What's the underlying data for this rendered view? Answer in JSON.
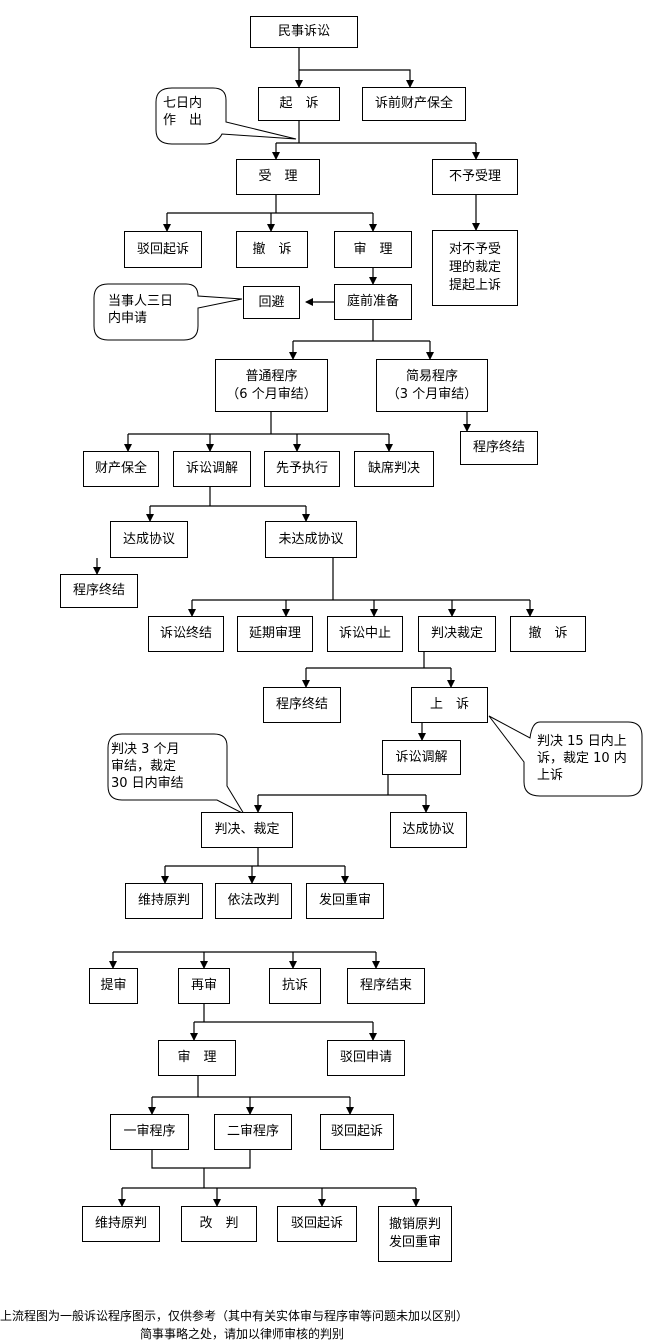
{
  "diagram": {
    "root": "民事诉讼",
    "sue": "起　诉",
    "pre_suit_preservation": "诉前财产保全",
    "callout_7days": "七日内\n作　出",
    "accept": "受　理",
    "reject_accept": "不予受理",
    "ruling_appeal": "对不予受\n理的裁定\n提起上诉",
    "dismiss_suit": "驳回起诉",
    "withdraw_suit": "撤　诉",
    "trial": "审　理",
    "recusal": "回避",
    "callout_recusal": "当事人三日\n内申请",
    "pretrial": "庭前准备",
    "ordinary_procedure": "普通程序\n（6 个月审结）",
    "simple_procedure": "简易程序\n（3 个月审结）",
    "procedure_end_a": "程序终结",
    "property_preservation": "财产保全",
    "mediation_a": "诉讼调解",
    "advance_execution": "先予执行",
    "default_judgment": "缺席判决",
    "agreement_a": "达成协议",
    "no_agreement": "未达成协议",
    "procedure_end_b": "程序终结",
    "litigation_end": "诉讼终结",
    "postponed_trial": "延期审理",
    "litigation_suspend": "诉讼中止",
    "judgment_ruling": "判决裁定",
    "withdraw_b": "撤　诉",
    "procedure_end_c": "程序终结",
    "appeal": "上　诉",
    "callout_appeal": "判决 15 日内上\n诉，裁定 10 内\n上诉",
    "mediation_b": "诉讼调解",
    "callout_judgment": "判决 3 个月\n审结，裁定\n30 日内审结",
    "judgment_ruling_b": "判决、裁定",
    "agreement_b": "达成协议",
    "uphold_a": "维持原判",
    "amend_a": "依法改判",
    "remand": "发回重审",
    "bring_up": "提审",
    "retrial": "再审",
    "protest": "抗诉",
    "procedure_over": "程序结束",
    "trial_b": "审　理",
    "dismiss_application": "驳回申请",
    "first_instance": "一审程序",
    "second_instance": "二审程序",
    "dismiss_suit_b": "驳回起诉",
    "uphold_b": "维持原判",
    "amend_b": "改　判",
    "dismiss_suit_c": "驳回起诉",
    "revoke_remand": "撤销原判\n发回重审"
  },
  "footer": {
    "note": "上流程图为一般诉讼程序图示，仅供参考（其中有关实体审与程序审等问题未加以区别）",
    "note2": "简事事略之处，请加以律师审核的判别"
  }
}
